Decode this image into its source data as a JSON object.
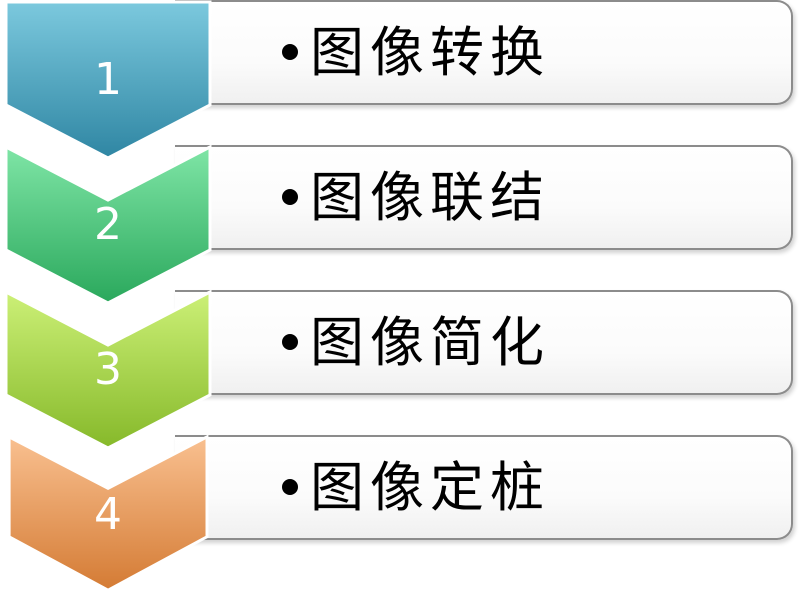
{
  "steps": [
    {
      "number": "1",
      "label": "图像转换",
      "color": "#4aa8c4",
      "color_light": "#7cc9de",
      "color_dark": "#2f86a3"
    },
    {
      "number": "2",
      "label": "图像联结",
      "color": "#3fd17a",
      "color_light": "#7fe5a6",
      "color_dark": "#2aa85c"
    },
    {
      "number": "3",
      "label": "图像简化",
      "color": "#a8de3a",
      "color_light": "#ccf077",
      "color_dark": "#86b92a"
    },
    {
      "number": "4",
      "label": "图像定桩",
      "color": "#f49a52",
      "color_light": "#f9c090",
      "color_dark": "#d47b34"
    }
  ]
}
